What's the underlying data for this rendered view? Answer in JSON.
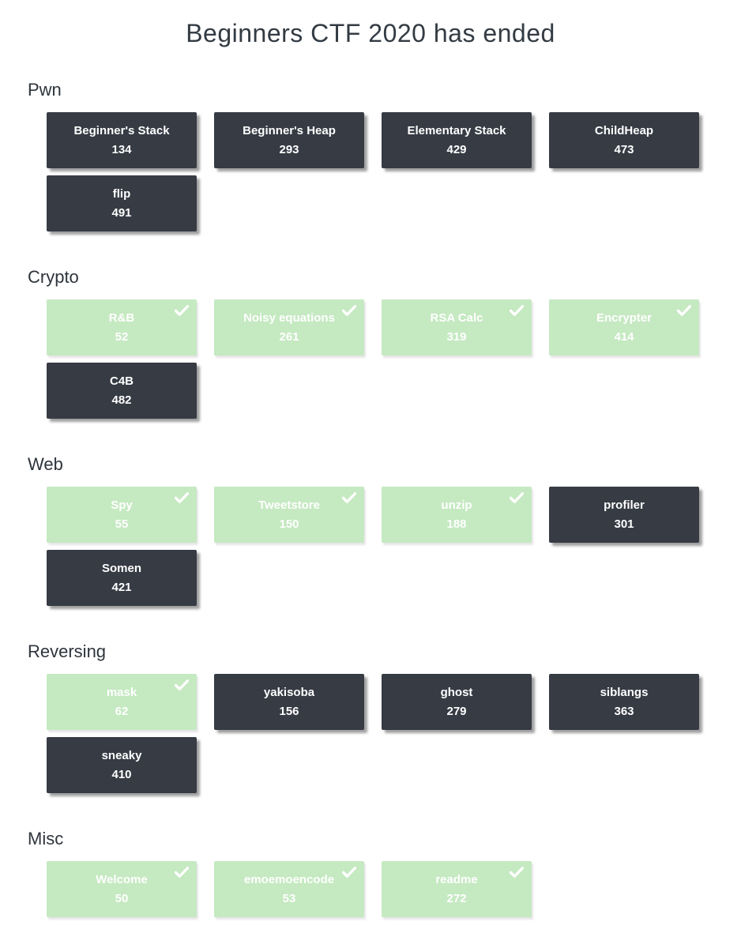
{
  "page": {
    "title": "Beginners CTF 2020 has ended"
  },
  "colors": {
    "solved_bg": "#c5e9c1",
    "unsolved_bg": "#363b44",
    "tile_text": "#ffffff",
    "heading_text": "#2e343c",
    "check_icon": "#ffffff"
  },
  "categories": [
    {
      "name": "Pwn",
      "challenges": [
        {
          "name": "Beginner's Stack",
          "points": "134",
          "solved": false
        },
        {
          "name": "Beginner's Heap",
          "points": "293",
          "solved": false
        },
        {
          "name": "Elementary Stack",
          "points": "429",
          "solved": false
        },
        {
          "name": "ChildHeap",
          "points": "473",
          "solved": false
        },
        {
          "name": "flip",
          "points": "491",
          "solved": false
        }
      ]
    },
    {
      "name": "Crypto",
      "challenges": [
        {
          "name": "R&B",
          "points": "52",
          "solved": true
        },
        {
          "name": "Noisy equations",
          "points": "261",
          "solved": true
        },
        {
          "name": "RSA Calc",
          "points": "319",
          "solved": true
        },
        {
          "name": "Encrypter",
          "points": "414",
          "solved": true
        },
        {
          "name": "C4B",
          "points": "482",
          "solved": false
        }
      ]
    },
    {
      "name": "Web",
      "challenges": [
        {
          "name": "Spy",
          "points": "55",
          "solved": true
        },
        {
          "name": "Tweetstore",
          "points": "150",
          "solved": true
        },
        {
          "name": "unzip",
          "points": "188",
          "solved": true
        },
        {
          "name": "profiler",
          "points": "301",
          "solved": false
        },
        {
          "name": "Somen",
          "points": "421",
          "solved": false
        }
      ]
    },
    {
      "name": "Reversing",
      "challenges": [
        {
          "name": "mask",
          "points": "62",
          "solved": true
        },
        {
          "name": "yakisoba",
          "points": "156",
          "solved": false
        },
        {
          "name": "ghost",
          "points": "279",
          "solved": false
        },
        {
          "name": "siblangs",
          "points": "363",
          "solved": false
        },
        {
          "name": "sneaky",
          "points": "410",
          "solved": false
        }
      ]
    },
    {
      "name": "Misc",
      "challenges": [
        {
          "name": "Welcome",
          "points": "50",
          "solved": true
        },
        {
          "name": "emoemoencode",
          "points": "53",
          "solved": true
        },
        {
          "name": "readme",
          "points": "272",
          "solved": true
        }
      ]
    }
  ]
}
